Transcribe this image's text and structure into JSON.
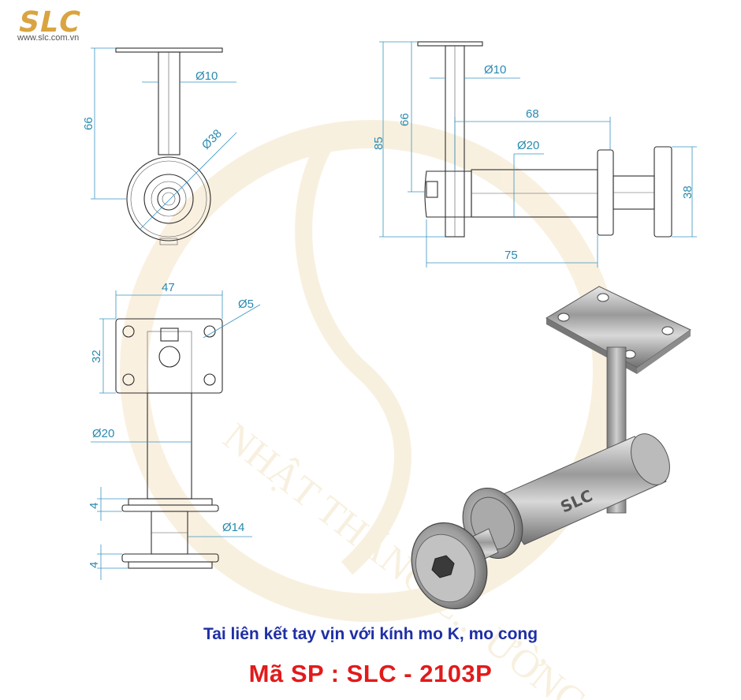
{
  "brand": {
    "logo_text": "SLC",
    "website": "www.slc.com.vn",
    "watermark_text": "NHẬT THẮNG C... ƯỜNG",
    "colors": {
      "gold": "#d9a441",
      "dimension": "#2a8ab0",
      "title": "#1f2fa6",
      "code": "#e11b1b"
    }
  },
  "top_left_view": {
    "dims": {
      "rod_diameter": "Ø10",
      "height": "66",
      "disc_diameter": "Ø38"
    }
  },
  "top_right_view": {
    "dims": {
      "rod_diameter": "Ø10",
      "height_inner": "66",
      "height_total": "85",
      "reach_top": "68",
      "tube_diameter": "Ø20",
      "disc_height": "38",
      "reach_bottom": "75"
    }
  },
  "bottom_left_view": {
    "dims": {
      "plate_width": "47",
      "hole_diameter": "Ø5",
      "plate_height": "32",
      "tube_diameter": "Ø20",
      "washer_top": "4",
      "bolt_diameter": "Ø14",
      "washer_bottom": "4"
    }
  },
  "product_render": {
    "engraving": "SLC"
  },
  "caption": {
    "title": "Tai liên kết tay vịn với kính mo K, mo cong",
    "code": "Mã SP : SLC - 2103P"
  }
}
